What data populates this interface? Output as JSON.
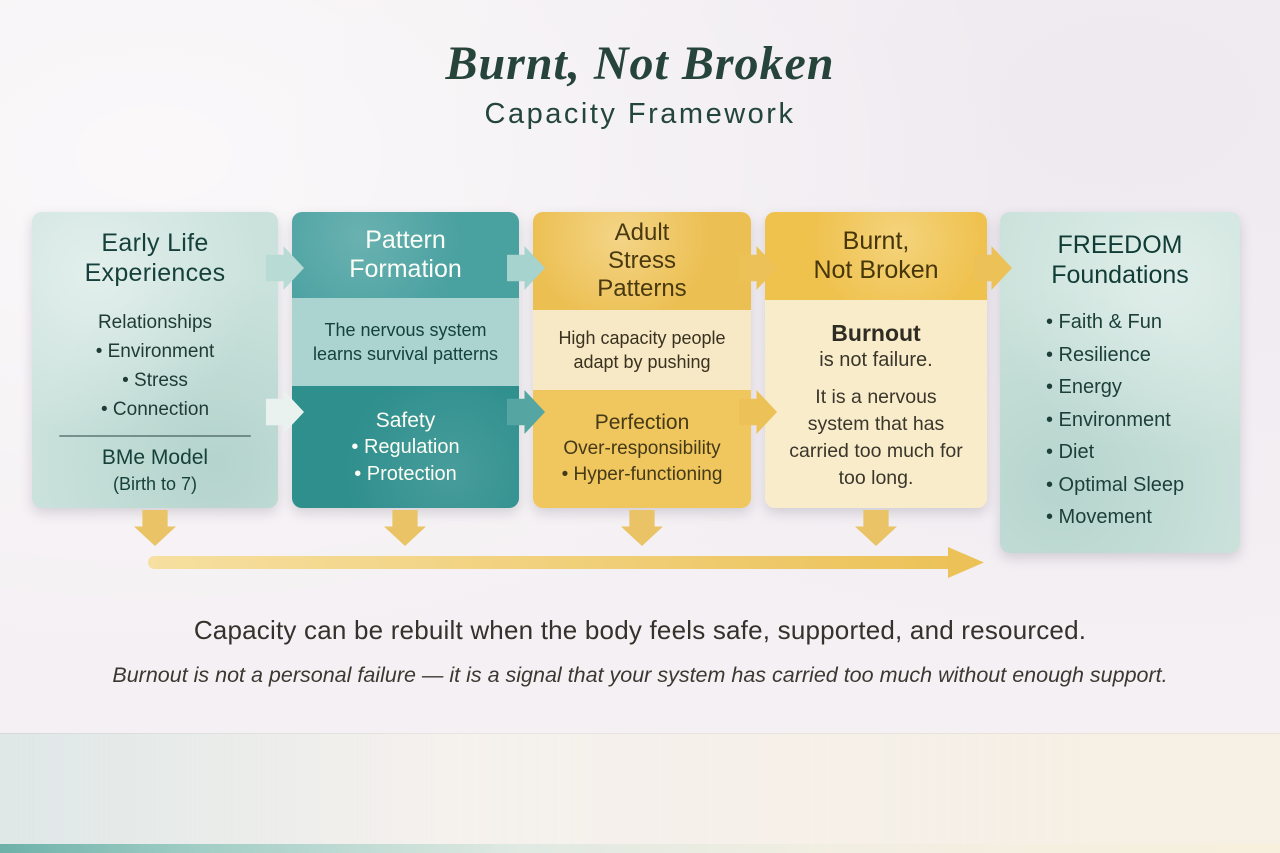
{
  "title": "Burnt, Not Broken",
  "subtitle": "Capacity Framework",
  "cards": [
    {
      "header_line1": "Early Life",
      "header_line2": "Experiences",
      "items": [
        "Relationships",
        "• Environment",
        "• Stress",
        "• Connection"
      ],
      "footer_line1": "BMe Model",
      "footer_line2": "(Birth to 7)"
    },
    {
      "header_line1": "Pattern",
      "header_line2": "Formation",
      "mid_line1": "The nervous system",
      "mid_line2": "learns survival patterns",
      "items": [
        "Safety",
        "• Regulation",
        "• Protection"
      ]
    },
    {
      "header_line1": "Adult",
      "header_line2": "Stress",
      "header_line3": "Patterns",
      "mid_line1": "High capacity people",
      "mid_line2": "adapt by pushing",
      "items": [
        "Perfection",
        "Over-responsibility",
        "• Hyper-functioning"
      ]
    },
    {
      "header_line1": "Burnt,",
      "header_line2": "Not Broken",
      "body_bold": "Burnout",
      "body_line": "is not failure.",
      "body_paragraph": "It is a nervous system that has carried too much for too long."
    },
    {
      "header_line1": "FREEDOM",
      "header_line2": "Foundations",
      "items": [
        "• Faith & Fun",
        "• Resilience",
        "• Energy",
        "• Environment",
        "• Diet",
        "• Optimal Sleep",
        "• Movement"
      ]
    }
  ],
  "footer": {
    "line1": "Capacity can be rebuilt when the body feels safe, supported, and resourced.",
    "line2": "Burnout is not a personal failure — it is a signal that your system has carried too much without enough support."
  },
  "colors": {
    "teal_dark": "#2e8f8d",
    "teal_mid": "#49a1a0",
    "teal_light": "#cbe2dc",
    "gold": "#efc14d",
    "gold_light": "#f9ecca",
    "ink_green": "#27443b"
  }
}
